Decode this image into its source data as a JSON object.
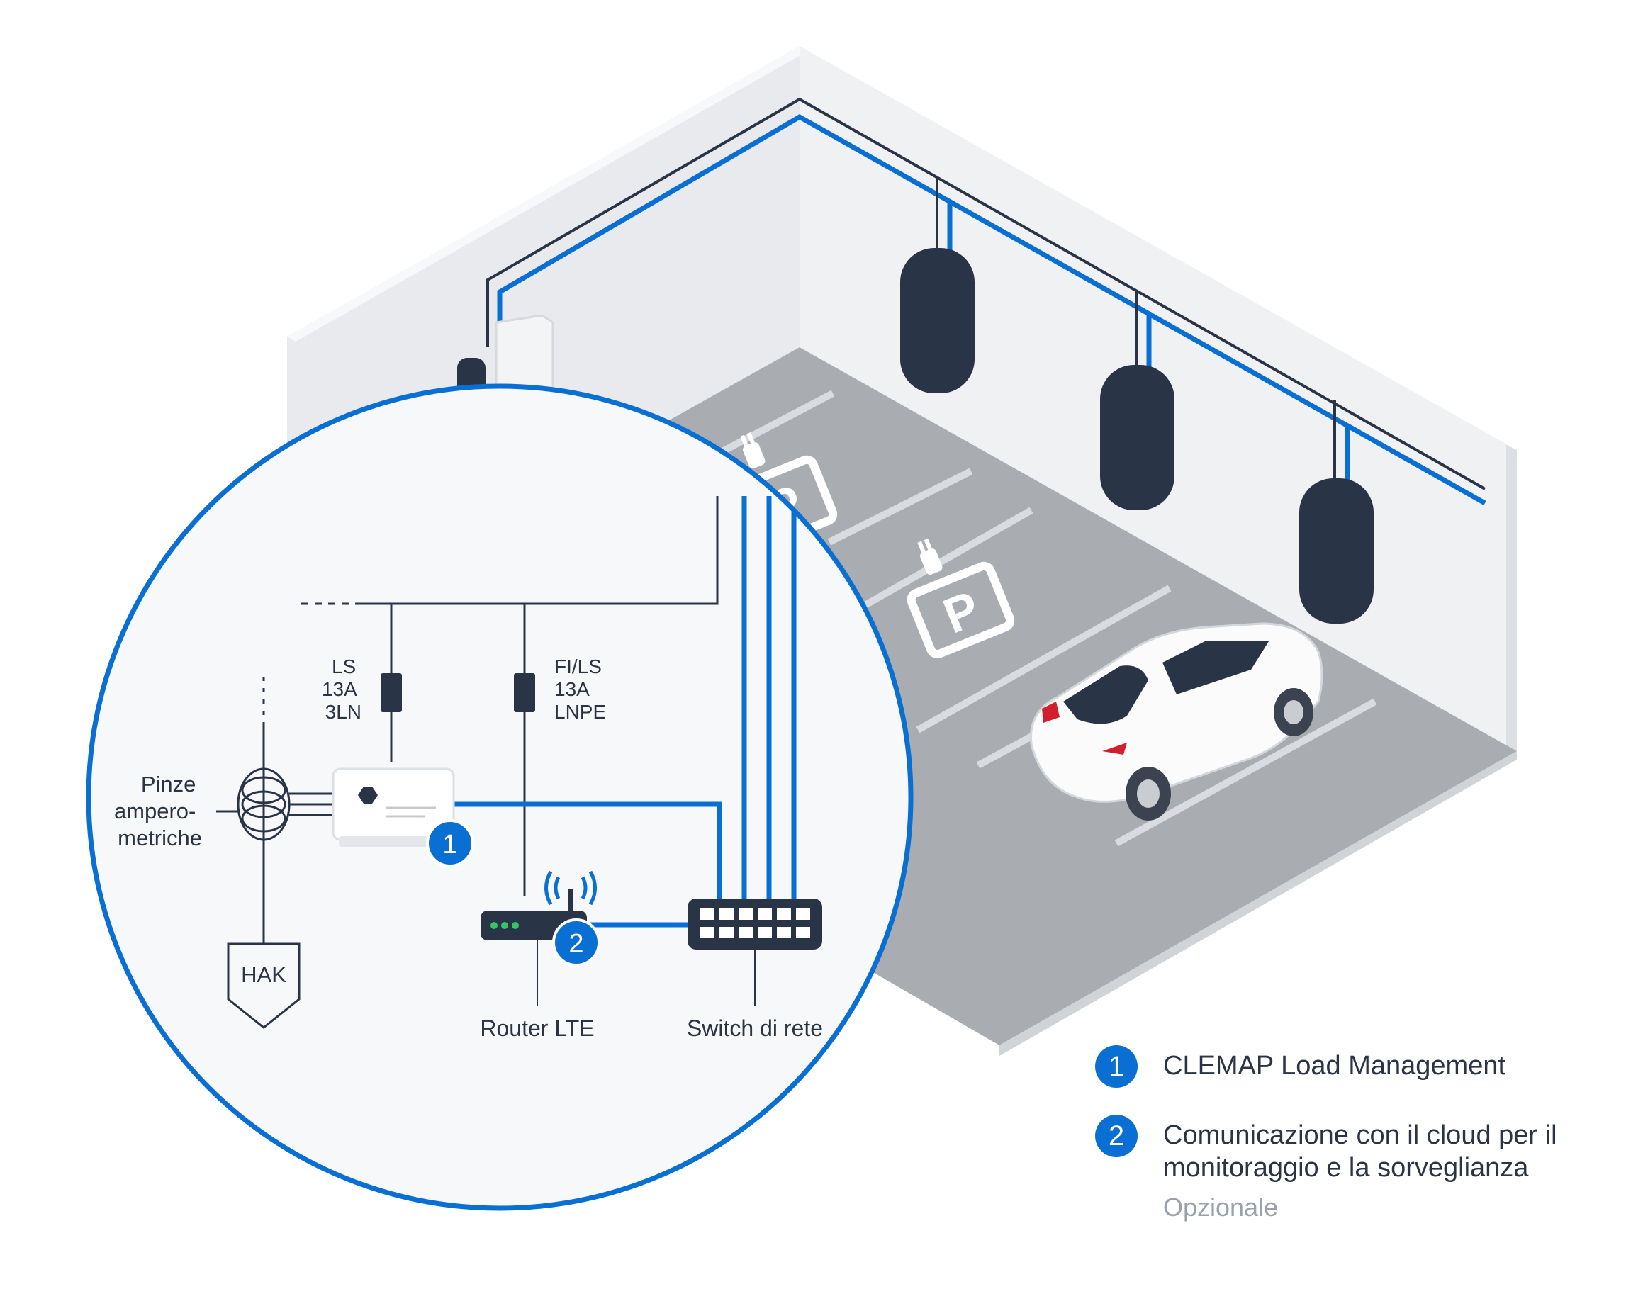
{
  "breakers": [
    {
      "lines": [
        "LS",
        "13A",
        "3LN"
      ]
    },
    {
      "lines": [
        "FI/LS",
        "13A",
        "LNPE"
      ]
    }
  ],
  "clamps_label": [
    "Pinze",
    "ampero-",
    "metriche"
  ],
  "hak_label": "HAK",
  "router_label": "Router LTE",
  "switch_label": "Switch di rete",
  "badges": [
    "1",
    "2"
  ],
  "legend": [
    {
      "number": "1",
      "lines": [
        "CLEMAP Load Management"
      ]
    },
    {
      "number": "2",
      "lines": [
        "Comunicazione con il cloud per il",
        "monitoraggio e la sorveglianza"
      ],
      "note": "Opzionale"
    }
  ],
  "colors": {
    "accent": "#0a6fd3",
    "dark": "#2a3447",
    "wall": "#eef0f2",
    "floor": "#a9adb1"
  }
}
